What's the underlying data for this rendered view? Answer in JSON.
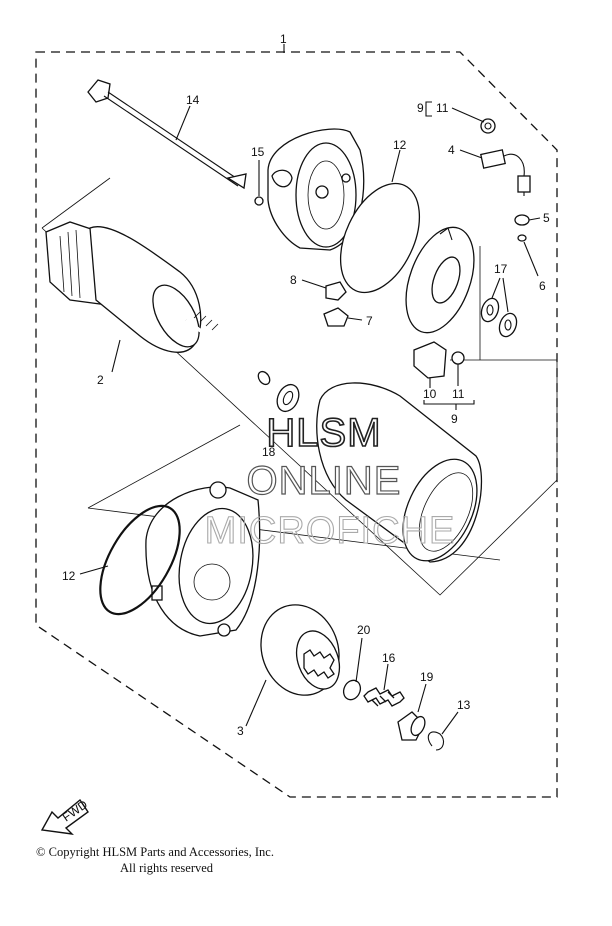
{
  "callouts": {
    "c1": "1",
    "c2": "2",
    "c3": "3",
    "c4": "4",
    "c5": "5",
    "c6": "6",
    "c7": "7",
    "c8": "8",
    "c9a": "9",
    "c9b": "9",
    "c10": "10",
    "c11a": "11",
    "c11b": "11",
    "c12a": "12",
    "c12b": "12",
    "c13": "13",
    "c14": "14",
    "c15": "15",
    "c16": "16",
    "c17": "17",
    "c18": "18",
    "c19": "19",
    "c20": "20"
  },
  "watermark": {
    "line1": "HLSM",
    "line2": "ONLINE",
    "line3": "MICROFICHE"
  },
  "fwd_label": "FWD",
  "copyright": {
    "line1": "© Copyright HLSM Parts and Accessories, Inc.",
    "line2": "All rights reserved"
  }
}
